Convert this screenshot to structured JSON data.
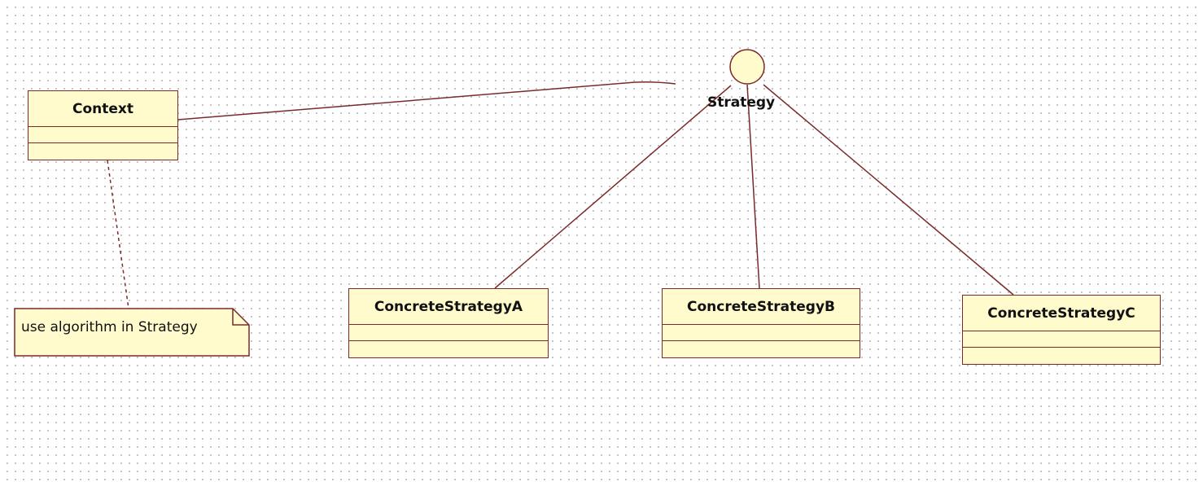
{
  "diagram": {
    "classes": {
      "context": "Context",
      "concrete_a": "ConcreteStrategyA",
      "concrete_b": "ConcreteStrategyB",
      "concrete_c": "ConcreteStrategyC"
    },
    "interface": {
      "name": "Strategy"
    },
    "note": {
      "text": "use algorithm in Strategy"
    },
    "colors": {
      "class_fill": "#fffbcc",
      "border": "#7a2a2a",
      "grid_dot": "#b8b8b8",
      "text": "#111111"
    }
  }
}
